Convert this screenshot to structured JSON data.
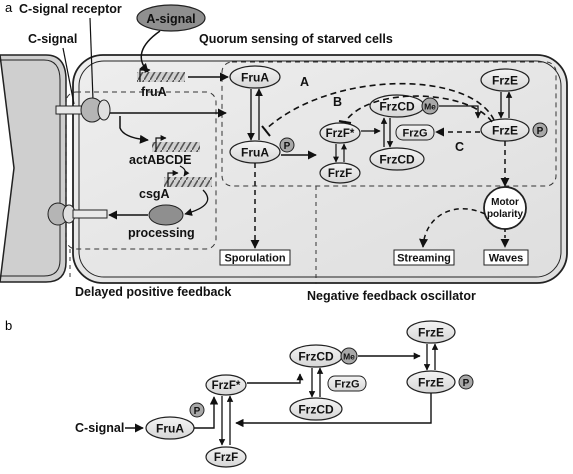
{
  "panel_a": {
    "letter": "a",
    "labels": {
      "c_signal_receptor": "C-signal receptor",
      "c_signal": "C-signal",
      "a_signal": "A-signal",
      "quorum": "Quorum sensing of starved cells",
      "fruA_gene": "fruA",
      "actABCDE": "actABCDE",
      "csgA": "csgA",
      "processing": "processing",
      "sporulation": "Sporulation",
      "streaming": "Streaming",
      "waves": "Waves",
      "motor_line1": "Motor",
      "motor_line2": "polarity",
      "delayed": "Delayed positive feedback",
      "negative": "Negative feedback oscillator",
      "path_a": "A",
      "path_b": "B",
      "path_c": "C"
    },
    "nodes": {
      "frua_top": "FruA",
      "frua_p": "FruA",
      "frze_top": "FrzE",
      "frze_p": "FrzE",
      "frzcd_me": "FrzCD",
      "frzcd": "FrzCD",
      "frzf_star": "FrzF*",
      "frzf": "FrzF",
      "frzg": "FrzG",
      "p": "P",
      "me": "Me"
    }
  },
  "panel_b": {
    "letter": "b",
    "labels": {
      "c_signal": "C-signal"
    },
    "nodes": {
      "frua": "FruA",
      "frzf_star": "FrzF*",
      "frzf": "FrzF",
      "frzcd_me": "FrzCD",
      "frzcd": "FrzCD",
      "frzg": "FrzG",
      "frze_top": "FrzE",
      "frze_p": "FrzE",
      "p": "P",
      "me": "Me"
    }
  },
  "colors": {
    "node_fill": "#e6e6e6",
    "cell_fill": "#e8e8e8",
    "neighbor_fill": "#cfcfcf",
    "a_signal_fill": "#8f8f8f",
    "badge_fill": "#a8a8a8",
    "stroke": "#1a1a1a"
  }
}
